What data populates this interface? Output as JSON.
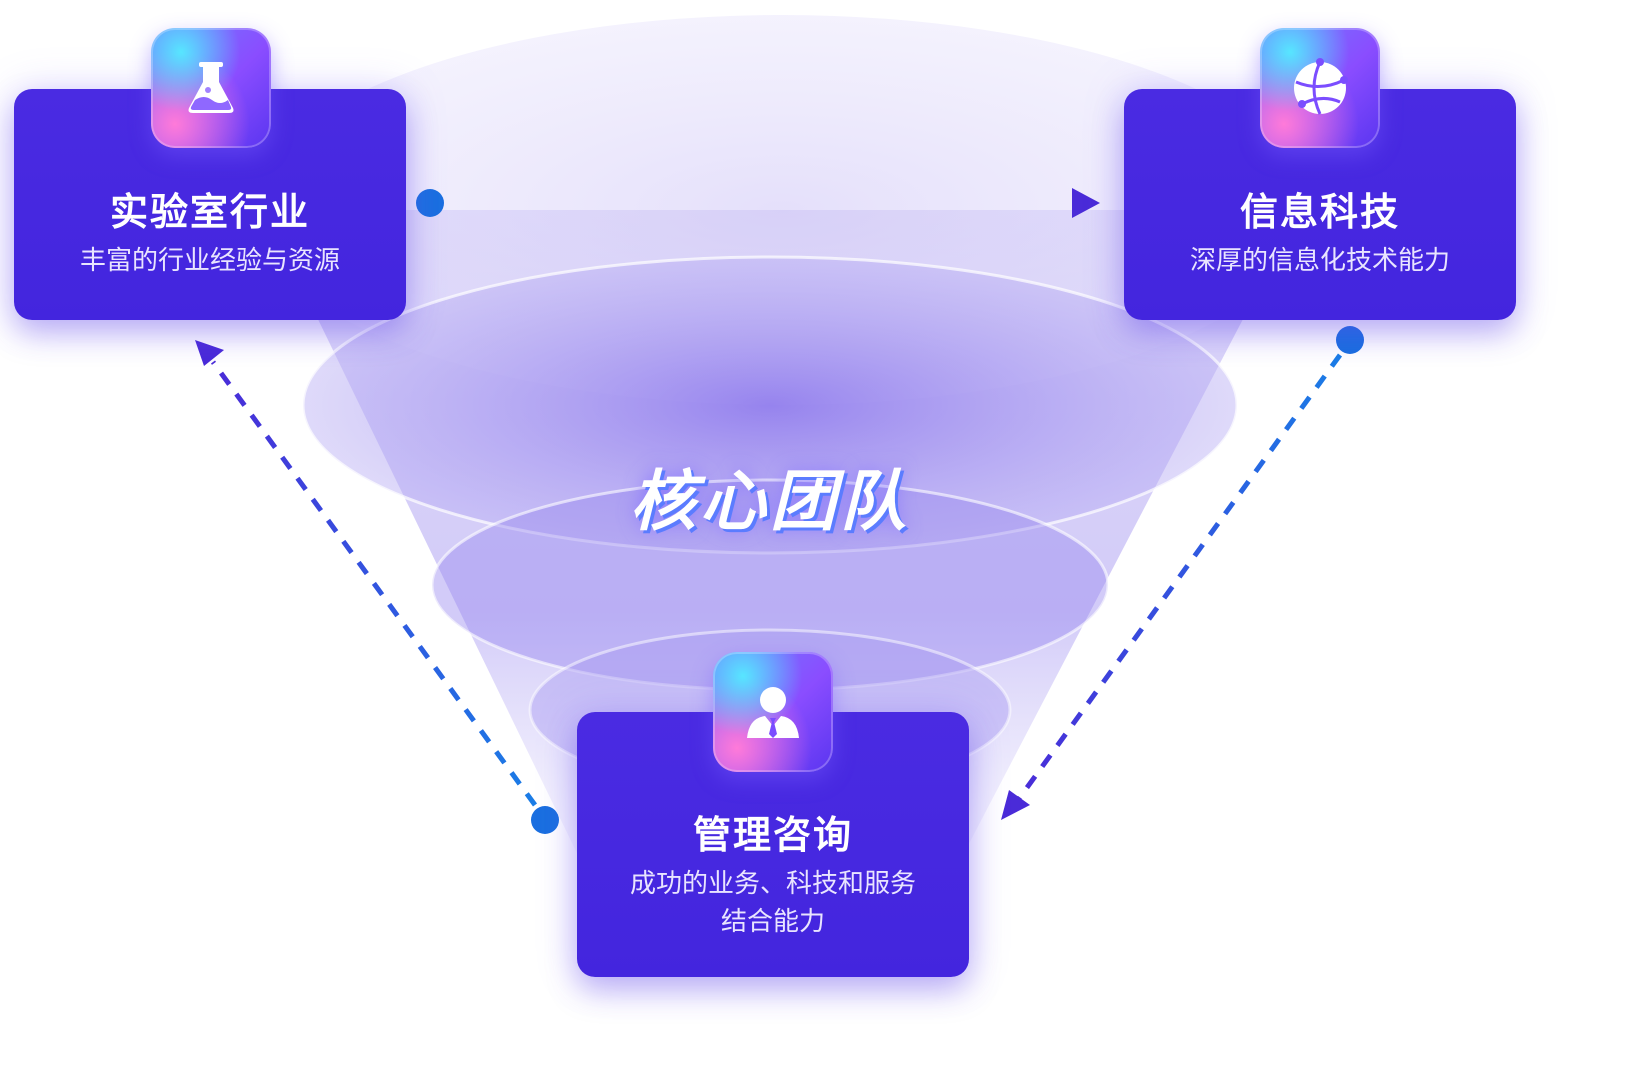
{
  "center": {
    "title": "核心团队"
  },
  "nodes": {
    "lab": {
      "title": "实验室行业",
      "desc": "丰富的行业经验与资源",
      "icon": "flask-icon"
    },
    "it": {
      "title": "信息科技",
      "desc": "深厚的信息化技术能力",
      "icon": "globe-network-icon"
    },
    "consult": {
      "title": "管理咨询",
      "desc_line1": "成功的业务、科技和服务",
      "desc_line2": "结合能力",
      "icon": "user-icon"
    }
  },
  "colors": {
    "card": "#4326DE",
    "arrow_start": "#1a7de6",
    "arrow_end": "#4a2bd8",
    "funnel": "#8b78ee",
    "title_shadow": "#5b7cff"
  }
}
